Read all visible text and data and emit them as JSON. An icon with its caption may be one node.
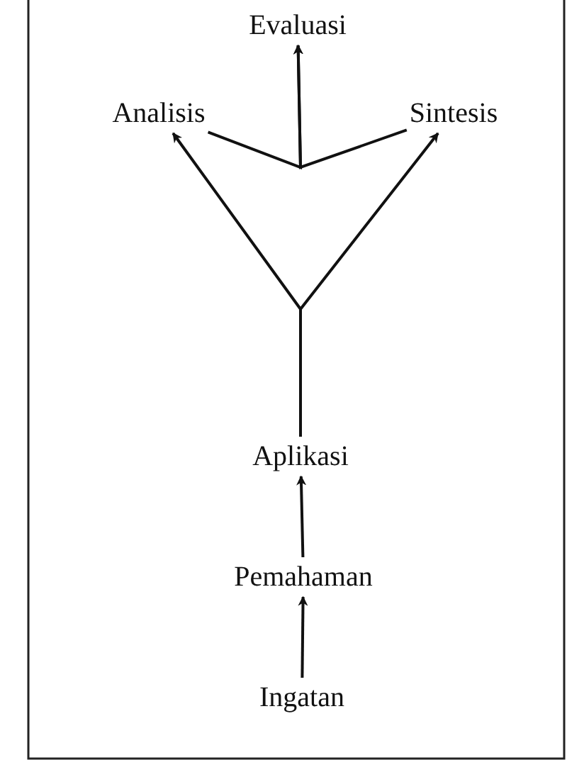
{
  "diagram": {
    "nodes": [
      {
        "text": [
          "Evaluasi"
        ]
      },
      {
        "text": [
          "Analisis"
        ]
      },
      {
        "text": [
          "Sintesis"
        ]
      },
      {
        "text": [
          "Aplikasi"
        ]
      },
      {
        "text": [
          "Pemahaman"
        ]
      },
      {
        "text": [
          "Ingatan"
        ]
      }
    ],
    "edges": [
      {
        "from": 5,
        "to": 4,
        "arrow": "to"
      },
      {
        "from": 4,
        "to": 3,
        "arrow": "to"
      },
      {
        "from": 3,
        "to": 1,
        "arrow": "to"
      },
      {
        "from": 3,
        "to": 2,
        "arrow": "to"
      },
      {
        "from": 1,
        "to": 0,
        "arrow": "to"
      },
      {
        "from": 2,
        "to": 0,
        "arrow": "to"
      }
    ]
  }
}
